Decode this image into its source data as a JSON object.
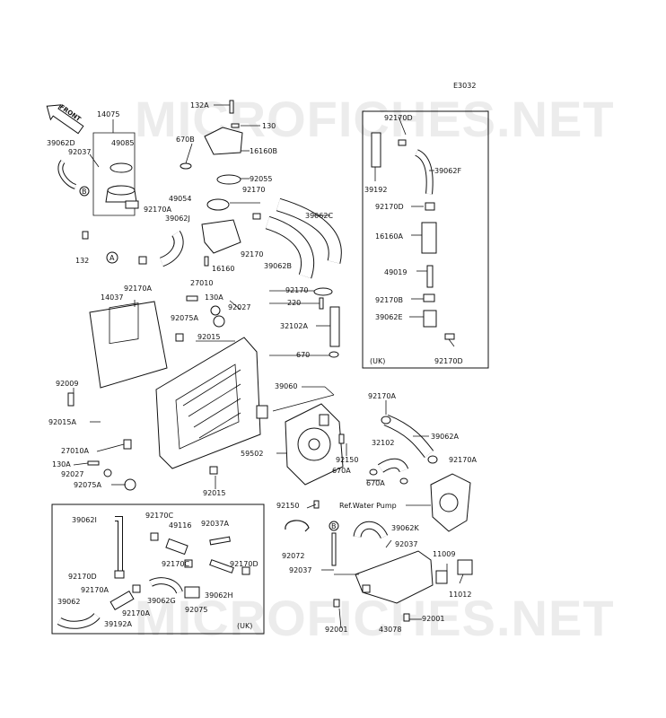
{
  "diagram_code": "E3032",
  "watermark": "MICROFICHES.NET",
  "front_label": "FRONT",
  "uk_label": "(UK)",
  "ref_note": "Ref.Water Pump",
  "circle_labels": [
    "A",
    "B"
  ],
  "parts": {
    "p14075": "14075",
    "p49085": "49085",
    "p39062D": "39062D",
    "p92037": "92037",
    "p670B": "670B",
    "p132A": "132A",
    "p130": "130",
    "p16160B": "16160B",
    "p92055": "92055",
    "p49054": "49054",
    "p92170": "92170",
    "p92170A": "92170A",
    "p39062J": "39062J",
    "p39062C": "39062C",
    "p132": "132",
    "p16160": "16160",
    "p27010": "27010",
    "p39062B": "39062B",
    "p14037": "14037",
    "p130A": "130A",
    "p92027": "92027",
    "p92075A": "92075A",
    "p92015": "92015",
    "p92009": "92009",
    "p92015A": "92015A",
    "p220": "220",
    "p32102A": "32102A",
    "p670": "670",
    "p39060": "39060",
    "p27010A": "27010A",
    "p59502": "59502",
    "p92150": "92150",
    "p32102": "32102",
    "p39062A": "39062A",
    "p670A": "670A",
    "p92072": "92072",
    "p39062K": "39062K",
    "p11009": "11009",
    "p11012": "11012",
    "p92001": "92001",
    "p43078": "43078",
    "p92170D": "92170D",
    "p39062F": "39062F",
    "p39192": "39192",
    "p16160A": "16160A",
    "p49019": "49019",
    "p92170B": "92170B",
    "p39062E": "39062E",
    "p39062I": "39062I",
    "p92170C": "92170C",
    "p49116": "49116",
    "p92037A": "92037A",
    "p39062G": "39062G",
    "p39062H": "39062H",
    "p92075": "92075",
    "p39062": "39062",
    "p39192A": "39192A"
  }
}
